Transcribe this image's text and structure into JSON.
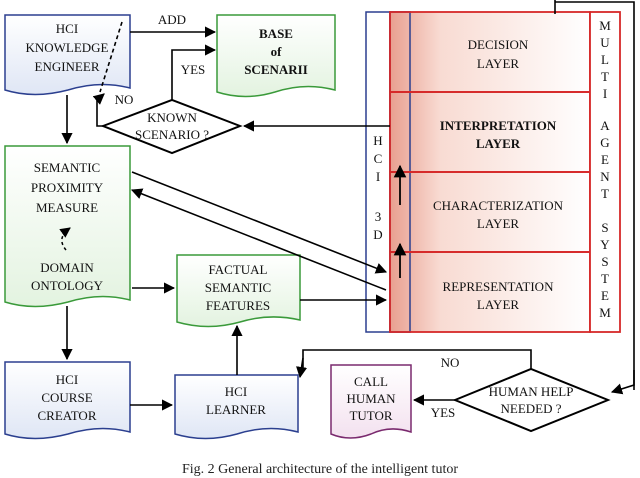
{
  "nodes": {
    "hci_knowledge_engineer": [
      "HCI",
      "KNOWLEDGE",
      "ENGINEER"
    ],
    "base_of_scenarii": [
      "BASE",
      "of",
      "SCENARII"
    ],
    "known_scenario": [
      "KNOWN",
      "SCENARIO ?"
    ],
    "semantic_proximity": [
      "SEMANTIC",
      "PROXIMITY",
      "MEASURE"
    ],
    "domain_ontology": [
      "DOMAIN",
      "ONTOLOGY"
    ],
    "factual_semantic_features": [
      "FACTUAL",
      "SEMANTIC",
      "FEATURES"
    ],
    "hci_course_creator": [
      "HCI",
      "COURSE",
      "CREATOR"
    ],
    "hci_learner": [
      "HCI",
      "LEARNER"
    ],
    "call_human_tutor": [
      "CALL",
      "HUMAN",
      "TUTOR"
    ],
    "human_help_needed": [
      "HUMAN HELP",
      "NEEDED ?"
    ]
  },
  "layers": {
    "decision": [
      "DECISION",
      "LAYER"
    ],
    "interpretation": [
      "INTERPRETATION",
      "LAYER"
    ],
    "characterization": [
      "CHARACTERIZATION",
      "LAYER"
    ],
    "representation": [
      "REPRESENTATION",
      "LAYER"
    ]
  },
  "hci3d": [
    "H",
    "C",
    "I",
    "3",
    "D"
  ],
  "multi_agent_system": [
    "M",
    "U",
    "L",
    "T",
    "I",
    "A",
    "G",
    "E",
    "N",
    "T",
    "S",
    "Y",
    "S",
    "T",
    "E",
    "M"
  ],
  "edge_labels": {
    "add": "ADD",
    "yes_top": "YES",
    "no_left": "NO",
    "no_bottom": "NO",
    "yes_bottom": "YES"
  },
  "caption": "Fig. 2 General architecture of the intelligent tutor"
}
